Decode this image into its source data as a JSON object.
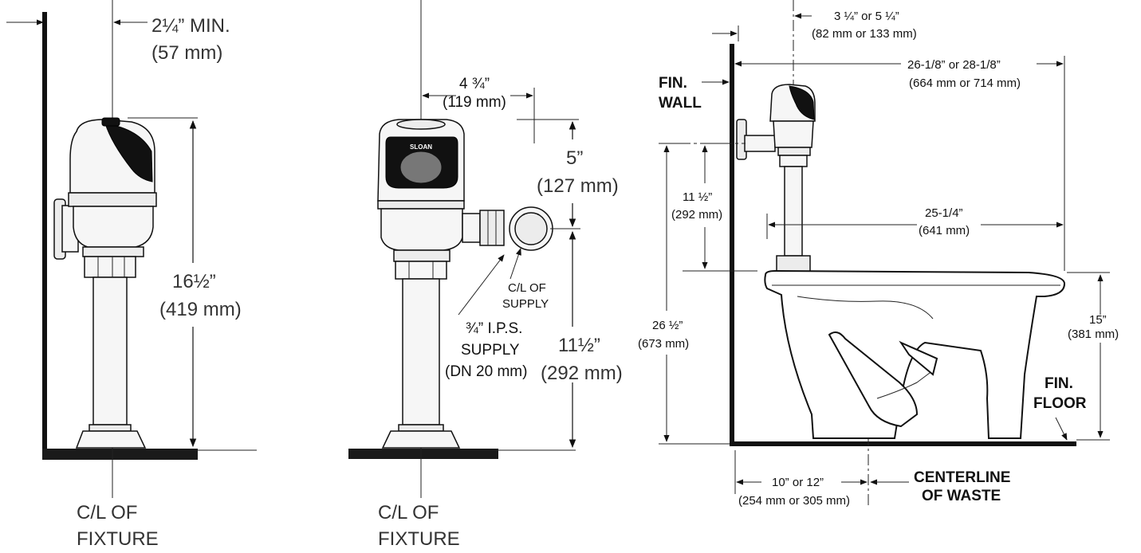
{
  "view1": {
    "min_offset": "2¼” MIN.",
    "min_offset_mm": "(57 mm)",
    "height": "16½”",
    "height_mm": "(419 mm)",
    "cl_line1": "C/L OF",
    "cl_line2": "FIXTURE"
  },
  "view2": {
    "width": "4 ¾”",
    "width_mm": "(119 mm)",
    "rise": "5”",
    "rise_mm": "(127 mm)",
    "supply_cl_1": "C/L OF",
    "supply_cl_2": "SUPPLY",
    "ips_1": "¾” I.P.S.",
    "ips_2": "SUPPLY",
    "ips_3": "(DN 20 mm)",
    "height": "11½”",
    "height_mm": "(292 mm)",
    "cl_line1": "C/L OF",
    "cl_line2": "FIXTURE",
    "logo": "SLOAN"
  },
  "view3": {
    "top_offset": "3 ¼” or 5 ¼”",
    "top_offset_mm": "(82 mm or 133 mm)",
    "overall": "26-1/8” or 28-1/8”",
    "overall_mm": "(664 mm or 714 mm)",
    "fin_wall_1": "FIN.",
    "fin_wall_2": "WALL",
    "tube_height": "11 ½”",
    "tube_height_mm": "(292 mm)",
    "bowl_depth": "25-1/4”",
    "bowl_depth_mm": "(641 mm)",
    "total_height": "26 ½”",
    "total_height_mm": "(673 mm)",
    "rim_height": "15”",
    "rim_height_mm": "(381 mm)",
    "fin_floor_1": "FIN.",
    "fin_floor_2": "FLOOR",
    "rough_in": "10” or 12”",
    "rough_in_mm": "(254 mm or 305 mm)",
    "waste_1": "CENTERLINE",
    "waste_2": "OF  WASTE"
  }
}
